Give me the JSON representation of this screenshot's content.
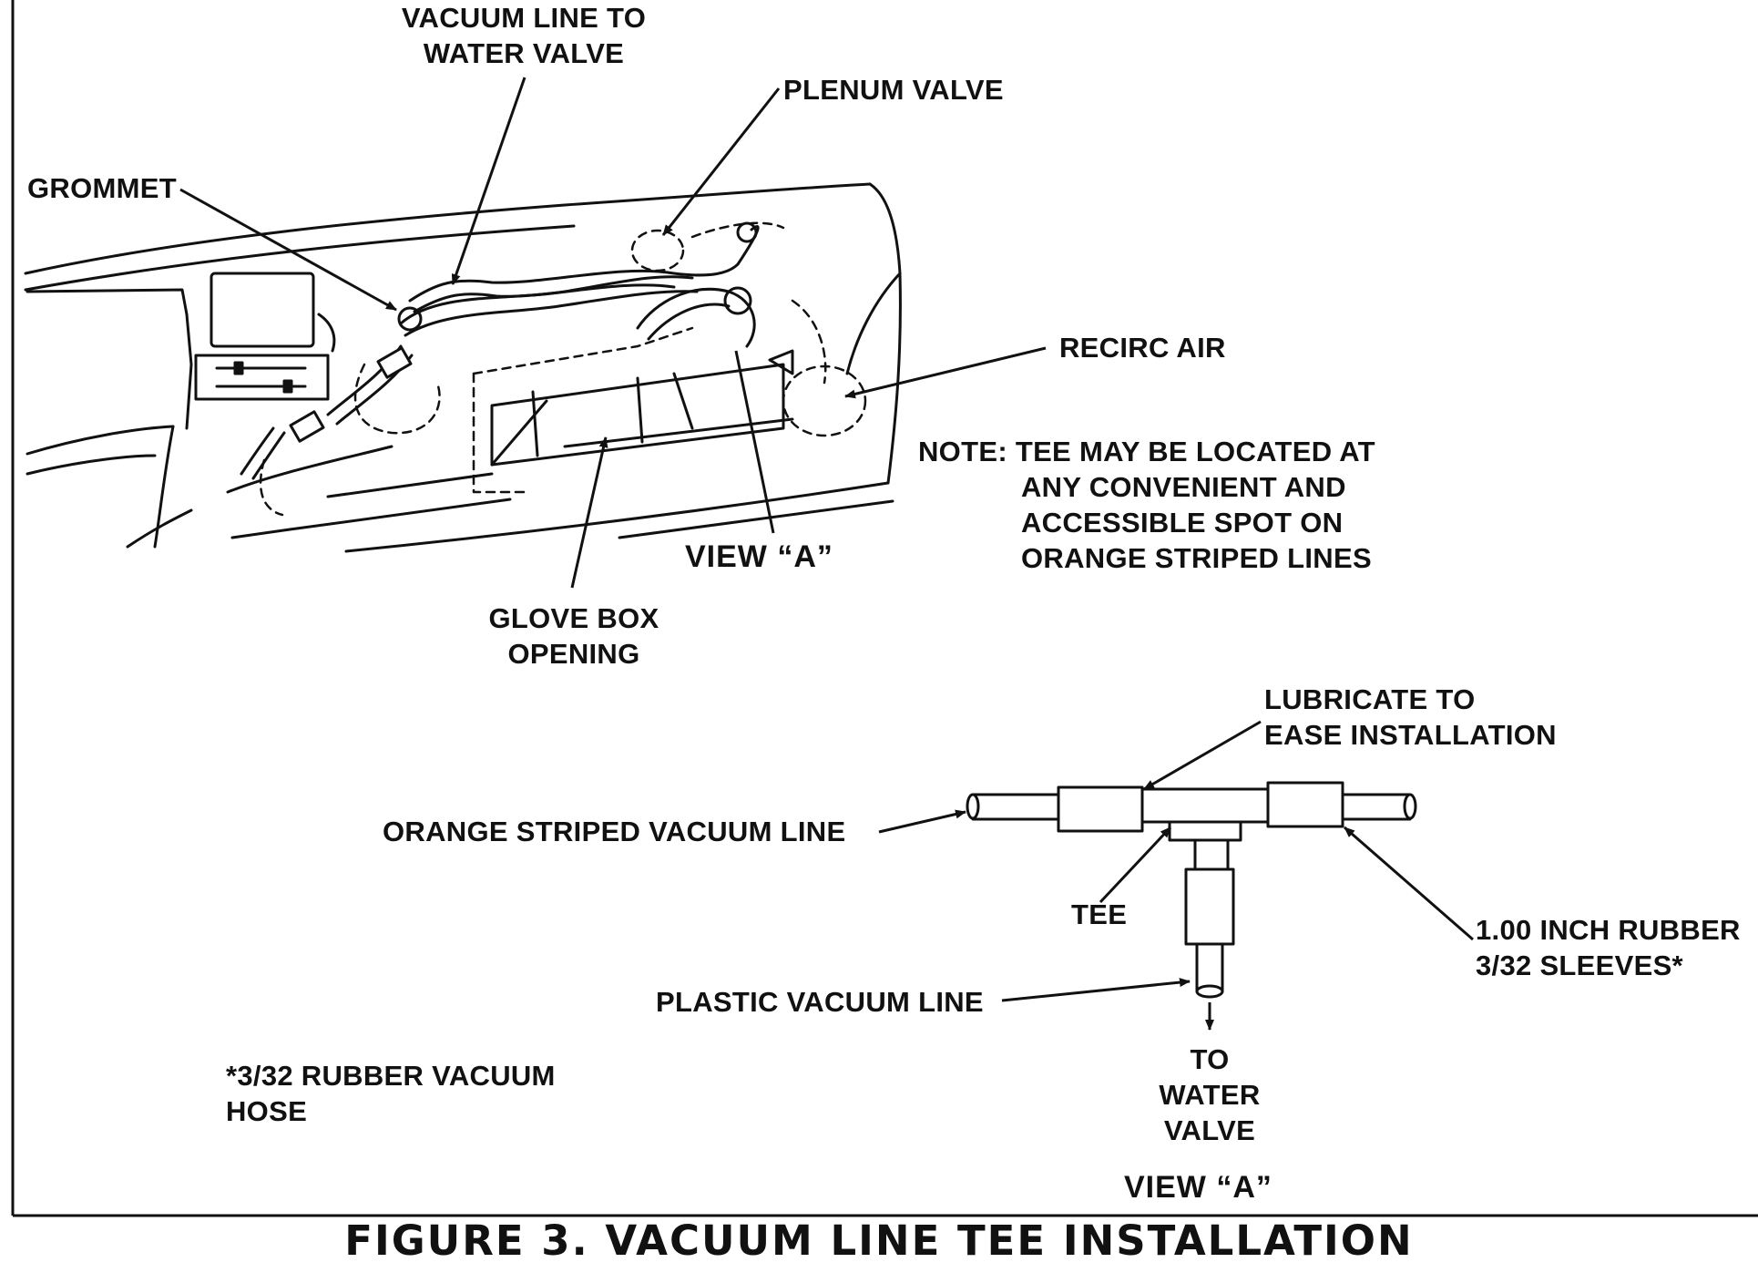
{
  "labels": {
    "vacuum_line_to_water_valve": [
      "VACUUM LINE TO",
      "WATER VALVE"
    ],
    "plenum_valve": "PLENUM VALVE",
    "grommet": "GROMMET",
    "recirc_air": "RECIRC AIR",
    "note": [
      "NOTE: TEE MAY BE LOCATED AT",
      "ANY CONVENIENT AND",
      "ACCESSIBLE SPOT ON",
      "ORANGE STRIPED LINES"
    ],
    "view_a_top": "VIEW “A”",
    "glove_box_opening": [
      "GLOVE BOX",
      "OPENING"
    ],
    "lubricate": [
      "LUBRICATE TO",
      "EASE INSTALLATION"
    ],
    "orange_striped_vacuum_line": "ORANGE STRIPED VACUUM LINE",
    "tee": "TEE",
    "rubber_sleeves": [
      "1.00 INCH RUBBER",
      "3/32 SLEEVES*"
    ],
    "plastic_vacuum_line": "PLASTIC VACUUM LINE",
    "to_water_valve": [
      "TO",
      "WATER",
      "VALVE"
    ],
    "footnote": [
      "*3/32 RUBBER VACUUM",
      "HOSE"
    ],
    "view_a_bottom": "VIEW “A”"
  },
  "caption": "FIGURE 3. VACUUM LINE TEE INSTALLATION"
}
